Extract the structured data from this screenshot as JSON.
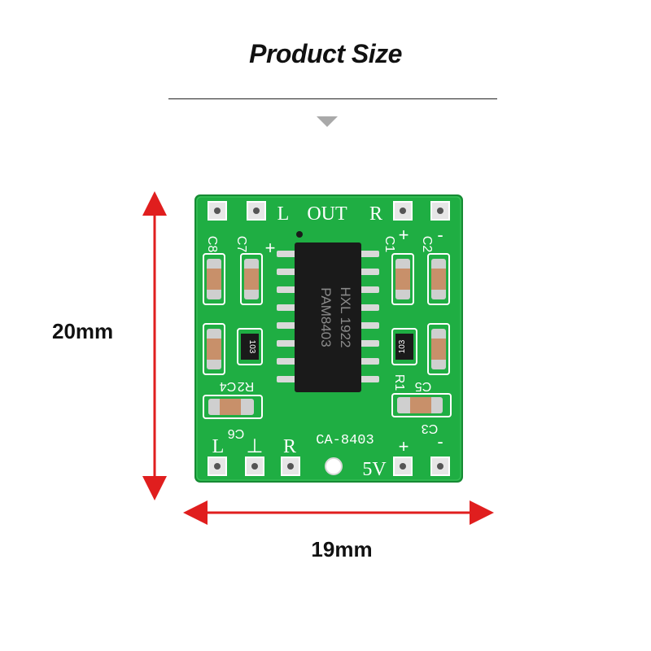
{
  "title": "Product Size",
  "dimensions": {
    "height_label": "20mm",
    "width_label": "19mm"
  },
  "board": {
    "top_label_left": "L",
    "top_label_mid": "OUT",
    "top_label_right": "R",
    "model": "CA-8403",
    "chip_line1": "PAM8403",
    "chip_line2": "HXL 1922",
    "power_label": "5V",
    "bottom_left": "L",
    "bottom_gnd": "⊥",
    "bottom_right": "R",
    "plus_sign": "+",
    "minus_sign": "-",
    "resistor_code": "103",
    "component_labels": [
      "C8",
      "C7",
      "C1",
      "C2",
      "R2",
      "C4",
      "R1",
      "C5",
      "C6",
      "C3"
    ]
  },
  "colors": {
    "pcb_green": "#1fae43",
    "silkscreen": "#ffffff",
    "arrow_red": "#e01e1e",
    "chip_black": "#1a1a1a",
    "triangle_gray": "#a9a9a9"
  }
}
